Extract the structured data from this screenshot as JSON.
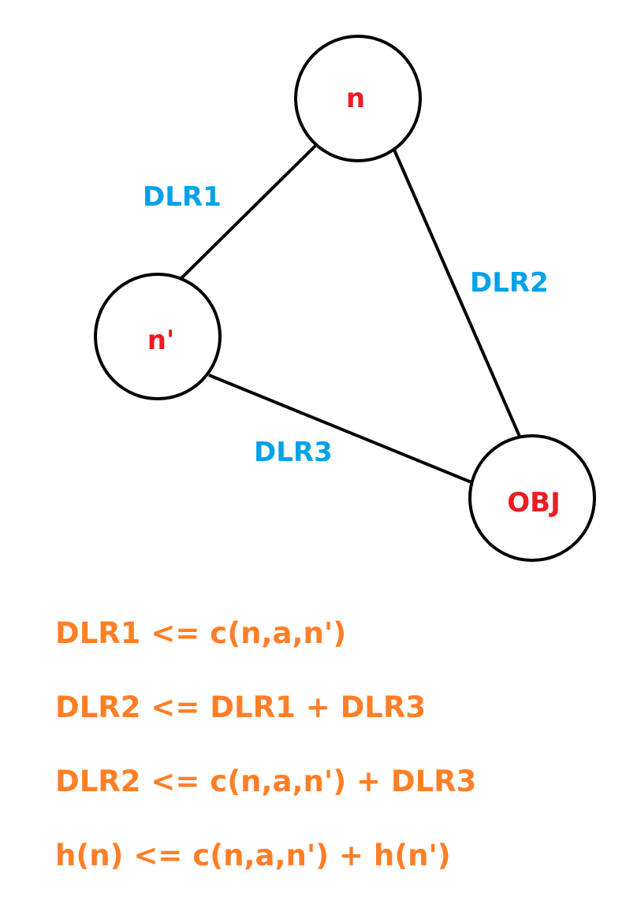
{
  "colors": {
    "node_label": "#ed1c24",
    "edge_label": "#00a2e8",
    "equation": "#ff7f27",
    "stroke": "#000000"
  },
  "nodes": {
    "n": "n",
    "n_prime": "n'",
    "obj": "OBJ"
  },
  "edges": {
    "dlr1": "DLR1",
    "dlr2": "DLR2",
    "dlr3": "DLR3"
  },
  "equations": [
    "DLR1 <= c(n,a,n')",
    "DLR2 <= DLR1 + DLR3",
    "DLR2 <= c(n,a,n') + DLR3",
    "h(n) <= c(n,a,n') + h(n')"
  ]
}
